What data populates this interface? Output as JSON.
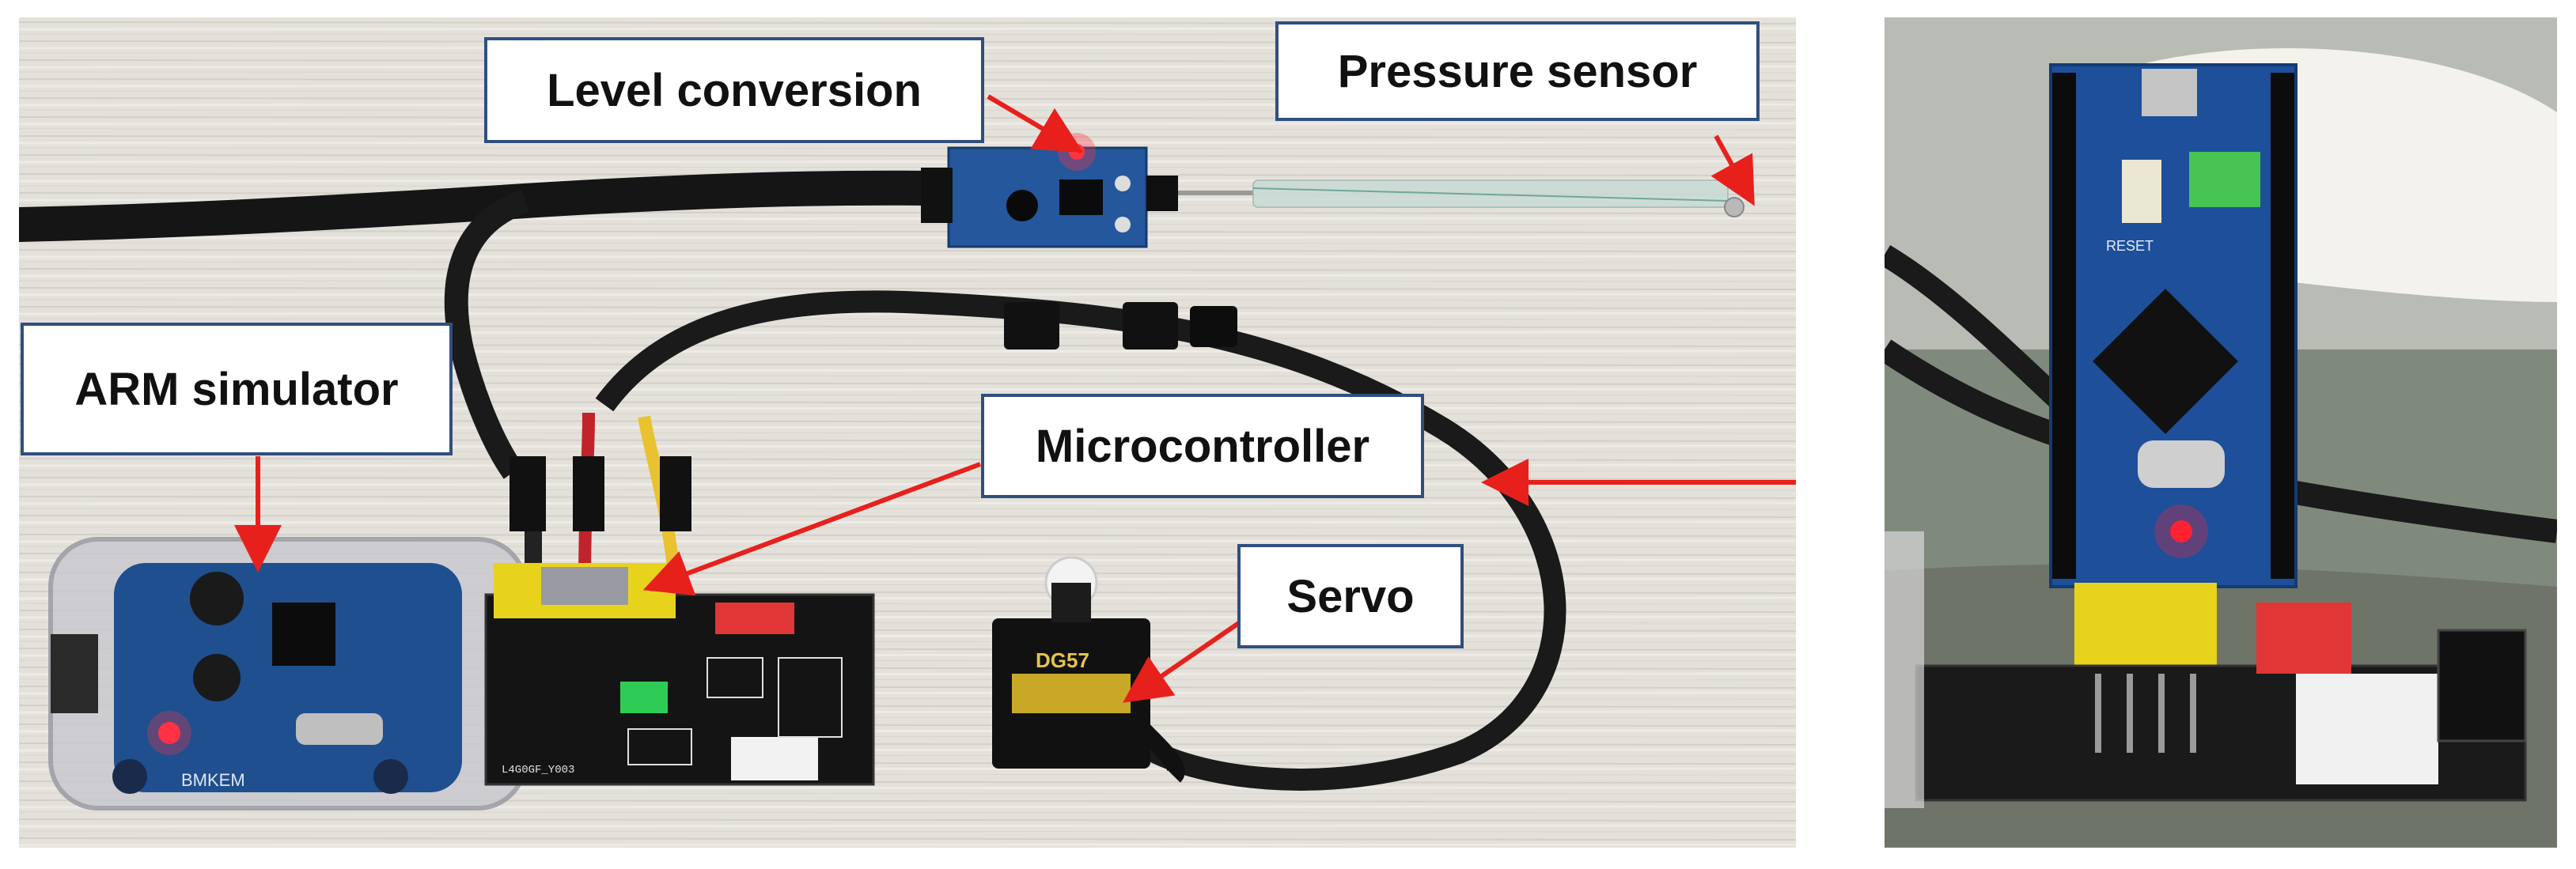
{
  "labels": {
    "level_conversion": "Level conversion",
    "pressure_sensor": "Pressure sensor",
    "arm_simulator": "ARM simulator",
    "microcontroller": "Microcontroller",
    "servo": "Servo"
  },
  "board_markings": {
    "servo_model": "DG57",
    "st_link_brand": "BMKEM",
    "adapter_silkscreen": "L4G0GF_Y003",
    "reset_label": "RESET"
  },
  "colors": {
    "label_border": "#2f4f80",
    "arrow": "#e8201c",
    "pcb_blue": "#1d4f9a",
    "pcb_black": "#141414",
    "table_surface": "#e4e1db"
  },
  "icons": {
    "arrow": "red-arrow-icon"
  }
}
